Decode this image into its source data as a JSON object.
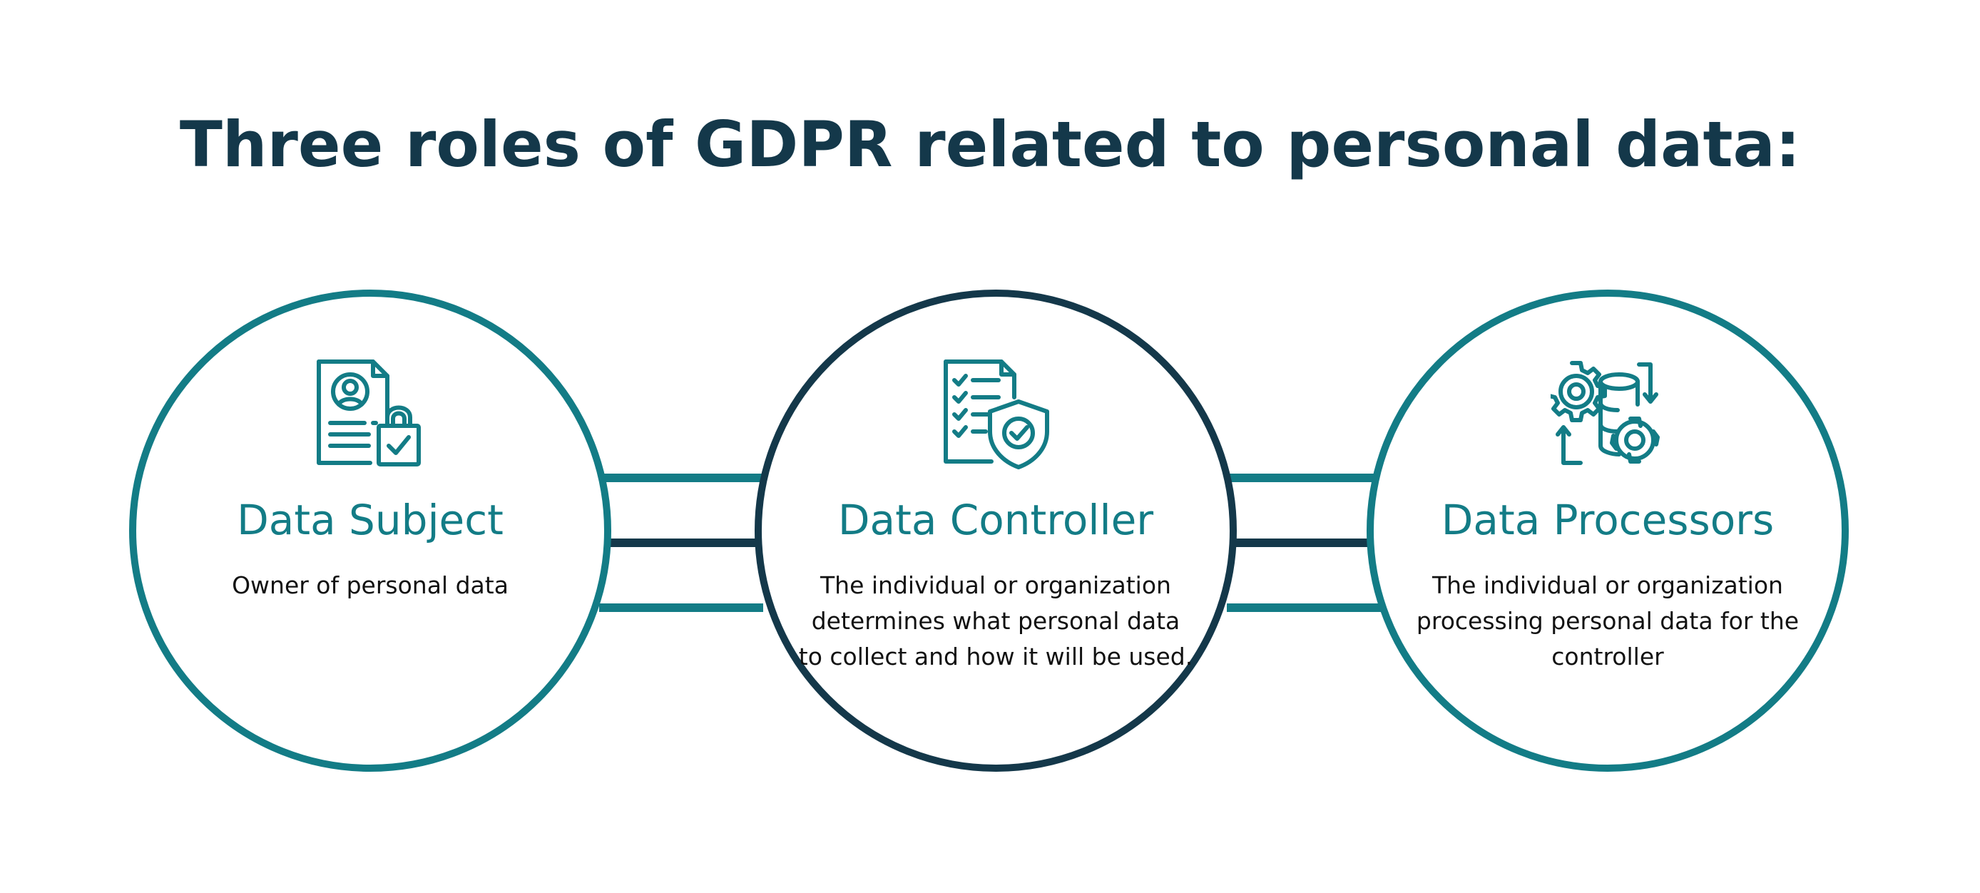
{
  "title": "Three roles of GDPR related to personal data:",
  "colors": {
    "teal": "#137c86",
    "dark": "#14384a",
    "text": "#111111",
    "background": "#ffffff"
  },
  "roles": [
    {
      "title": "Data Subject",
      "description": "Owner of personal data",
      "icon": "profile-document-lock-icon"
    },
    {
      "title": "Data Controller",
      "description": "The individual or organization determines what personal data to collect and how it will be used.",
      "icon": "checklist-shield-icon"
    },
    {
      "title": "Data Processors",
      "description": "The individual or organization processing personal data for the controller",
      "icon": "gears-database-cycle-icon"
    }
  ]
}
